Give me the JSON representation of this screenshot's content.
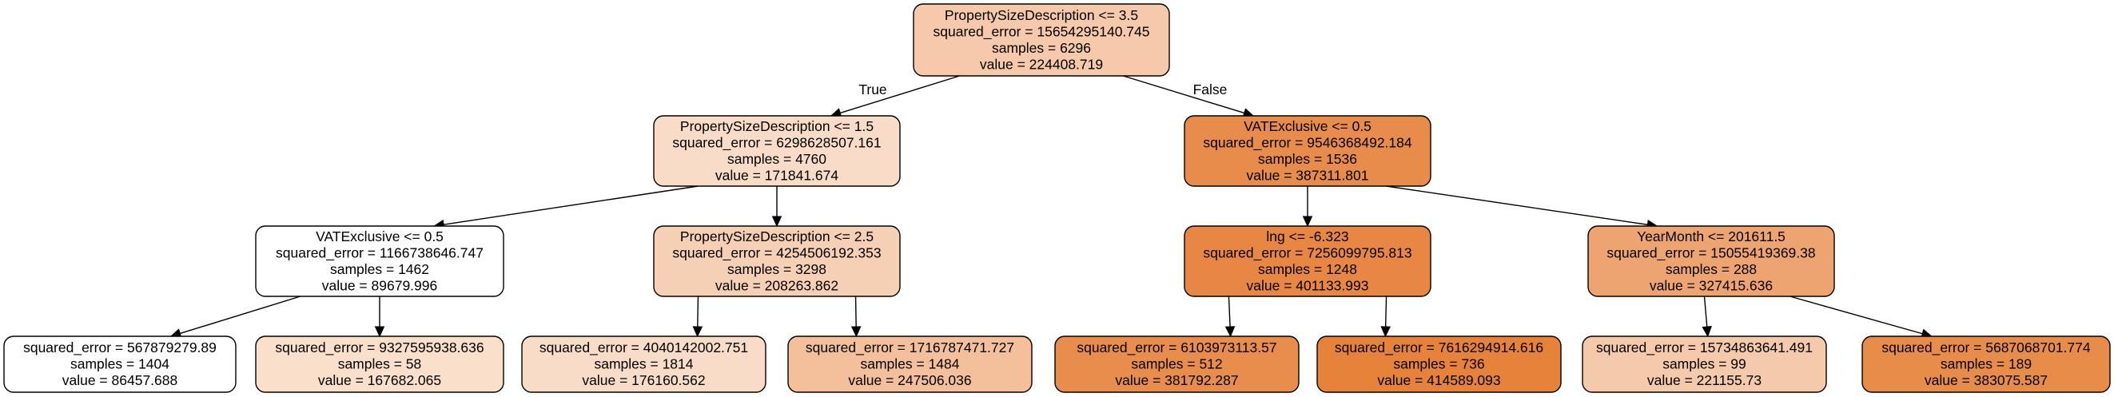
{
  "tree": {
    "nodes": [
      {
        "id": "n0",
        "lines": [
          "PropertySizeDescription <= 3.5",
          "squared_error = 15654295140.745",
          "samples = 6296",
          "value = 224408.719"
        ],
        "fill": "#f5c9a9"
      },
      {
        "id": "n1",
        "lines": [
          "PropertySizeDescription <= 1.5",
          "squared_error = 6298628507.161",
          "samples = 4760",
          "value = 171841.674"
        ],
        "fill": "#f9dcc7"
      },
      {
        "id": "n2",
        "lines": [
          "VATExclusive <= 0.5",
          "squared_error = 9546368492.184",
          "samples = 1536",
          "value = 387311.801"
        ],
        "fill": "#e88c4b"
      },
      {
        "id": "n3",
        "lines": [
          "VATExclusive <= 0.5",
          "squared_error = 1166738646.747",
          "samples = 1462",
          "value = 89679.996"
        ],
        "fill": "#ffffff"
      },
      {
        "id": "n4",
        "lines": [
          "PropertySizeDescription <= 2.5",
          "squared_error = 4254506192.353",
          "samples = 3298",
          "value = 208263.862"
        ],
        "fill": "#f6d0b5"
      },
      {
        "id": "n5",
        "lines": [
          "lng <= -6.323",
          "squared_error = 7256099795.813",
          "samples = 1248",
          "value = 401133.993"
        ],
        "fill": "#e78743"
      },
      {
        "id": "n6",
        "lines": [
          "YearMonth <= 201611.5",
          "squared_error = 15055419369.38",
          "samples = 288",
          "value = 327415.636"
        ],
        "fill": "#eda470"
      },
      {
        "id": "n7",
        "lines": [
          "squared_error = 567879279.89",
          "samples = 1404",
          "value = 86457.688"
        ],
        "fill": "#ffffff"
      },
      {
        "id": "n8",
        "lines": [
          "squared_error = 9327595938.636",
          "samples = 58",
          "value = 167682.065"
        ],
        "fill": "#fadfcb"
      },
      {
        "id": "n9",
        "lines": [
          "squared_error = 4040142002.751",
          "samples = 1814",
          "value = 176160.562"
        ],
        "fill": "#f9dcc7"
      },
      {
        "id": "n10",
        "lines": [
          "squared_error = 1716787471.727",
          "samples = 1484",
          "value = 247506.036"
        ],
        "fill": "#f3c09b"
      },
      {
        "id": "n11",
        "lines": [
          "squared_error = 6103973113.57",
          "samples = 512",
          "value = 381792.287"
        ],
        "fill": "#e88d4c"
      },
      {
        "id": "n12",
        "lines": [
          "squared_error = 7616294914.616",
          "samples = 736",
          "value = 414589.093"
        ],
        "fill": "#e6823a"
      },
      {
        "id": "n13",
        "lines": [
          "squared_error = 15734863641.491",
          "samples = 99",
          "value = 221155.73"
        ],
        "fill": "#f5caab"
      },
      {
        "id": "n14",
        "lines": [
          "squared_error = 5687068701.774",
          "samples = 189",
          "value = 383075.587"
        ],
        "fill": "#e88c4a"
      }
    ],
    "edges": [
      {
        "from": "n0",
        "to": "n1",
        "label": "True"
      },
      {
        "from": "n0",
        "to": "n2",
        "label": "False"
      },
      {
        "from": "n1",
        "to": "n3",
        "label": ""
      },
      {
        "from": "n1",
        "to": "n4",
        "label": ""
      },
      {
        "from": "n2",
        "to": "n5",
        "label": ""
      },
      {
        "from": "n2",
        "to": "n6",
        "label": ""
      },
      {
        "from": "n3",
        "to": "n7",
        "label": ""
      },
      {
        "from": "n3",
        "to": "n8",
        "label": ""
      },
      {
        "from": "n4",
        "to": "n9",
        "label": ""
      },
      {
        "from": "n4",
        "to": "n10",
        "label": ""
      },
      {
        "from": "n5",
        "to": "n11",
        "label": ""
      },
      {
        "from": "n5",
        "to": "n12",
        "label": ""
      },
      {
        "from": "n6",
        "to": "n13",
        "label": ""
      },
      {
        "from": "n6",
        "to": "n14",
        "label": ""
      }
    ]
  }
}
